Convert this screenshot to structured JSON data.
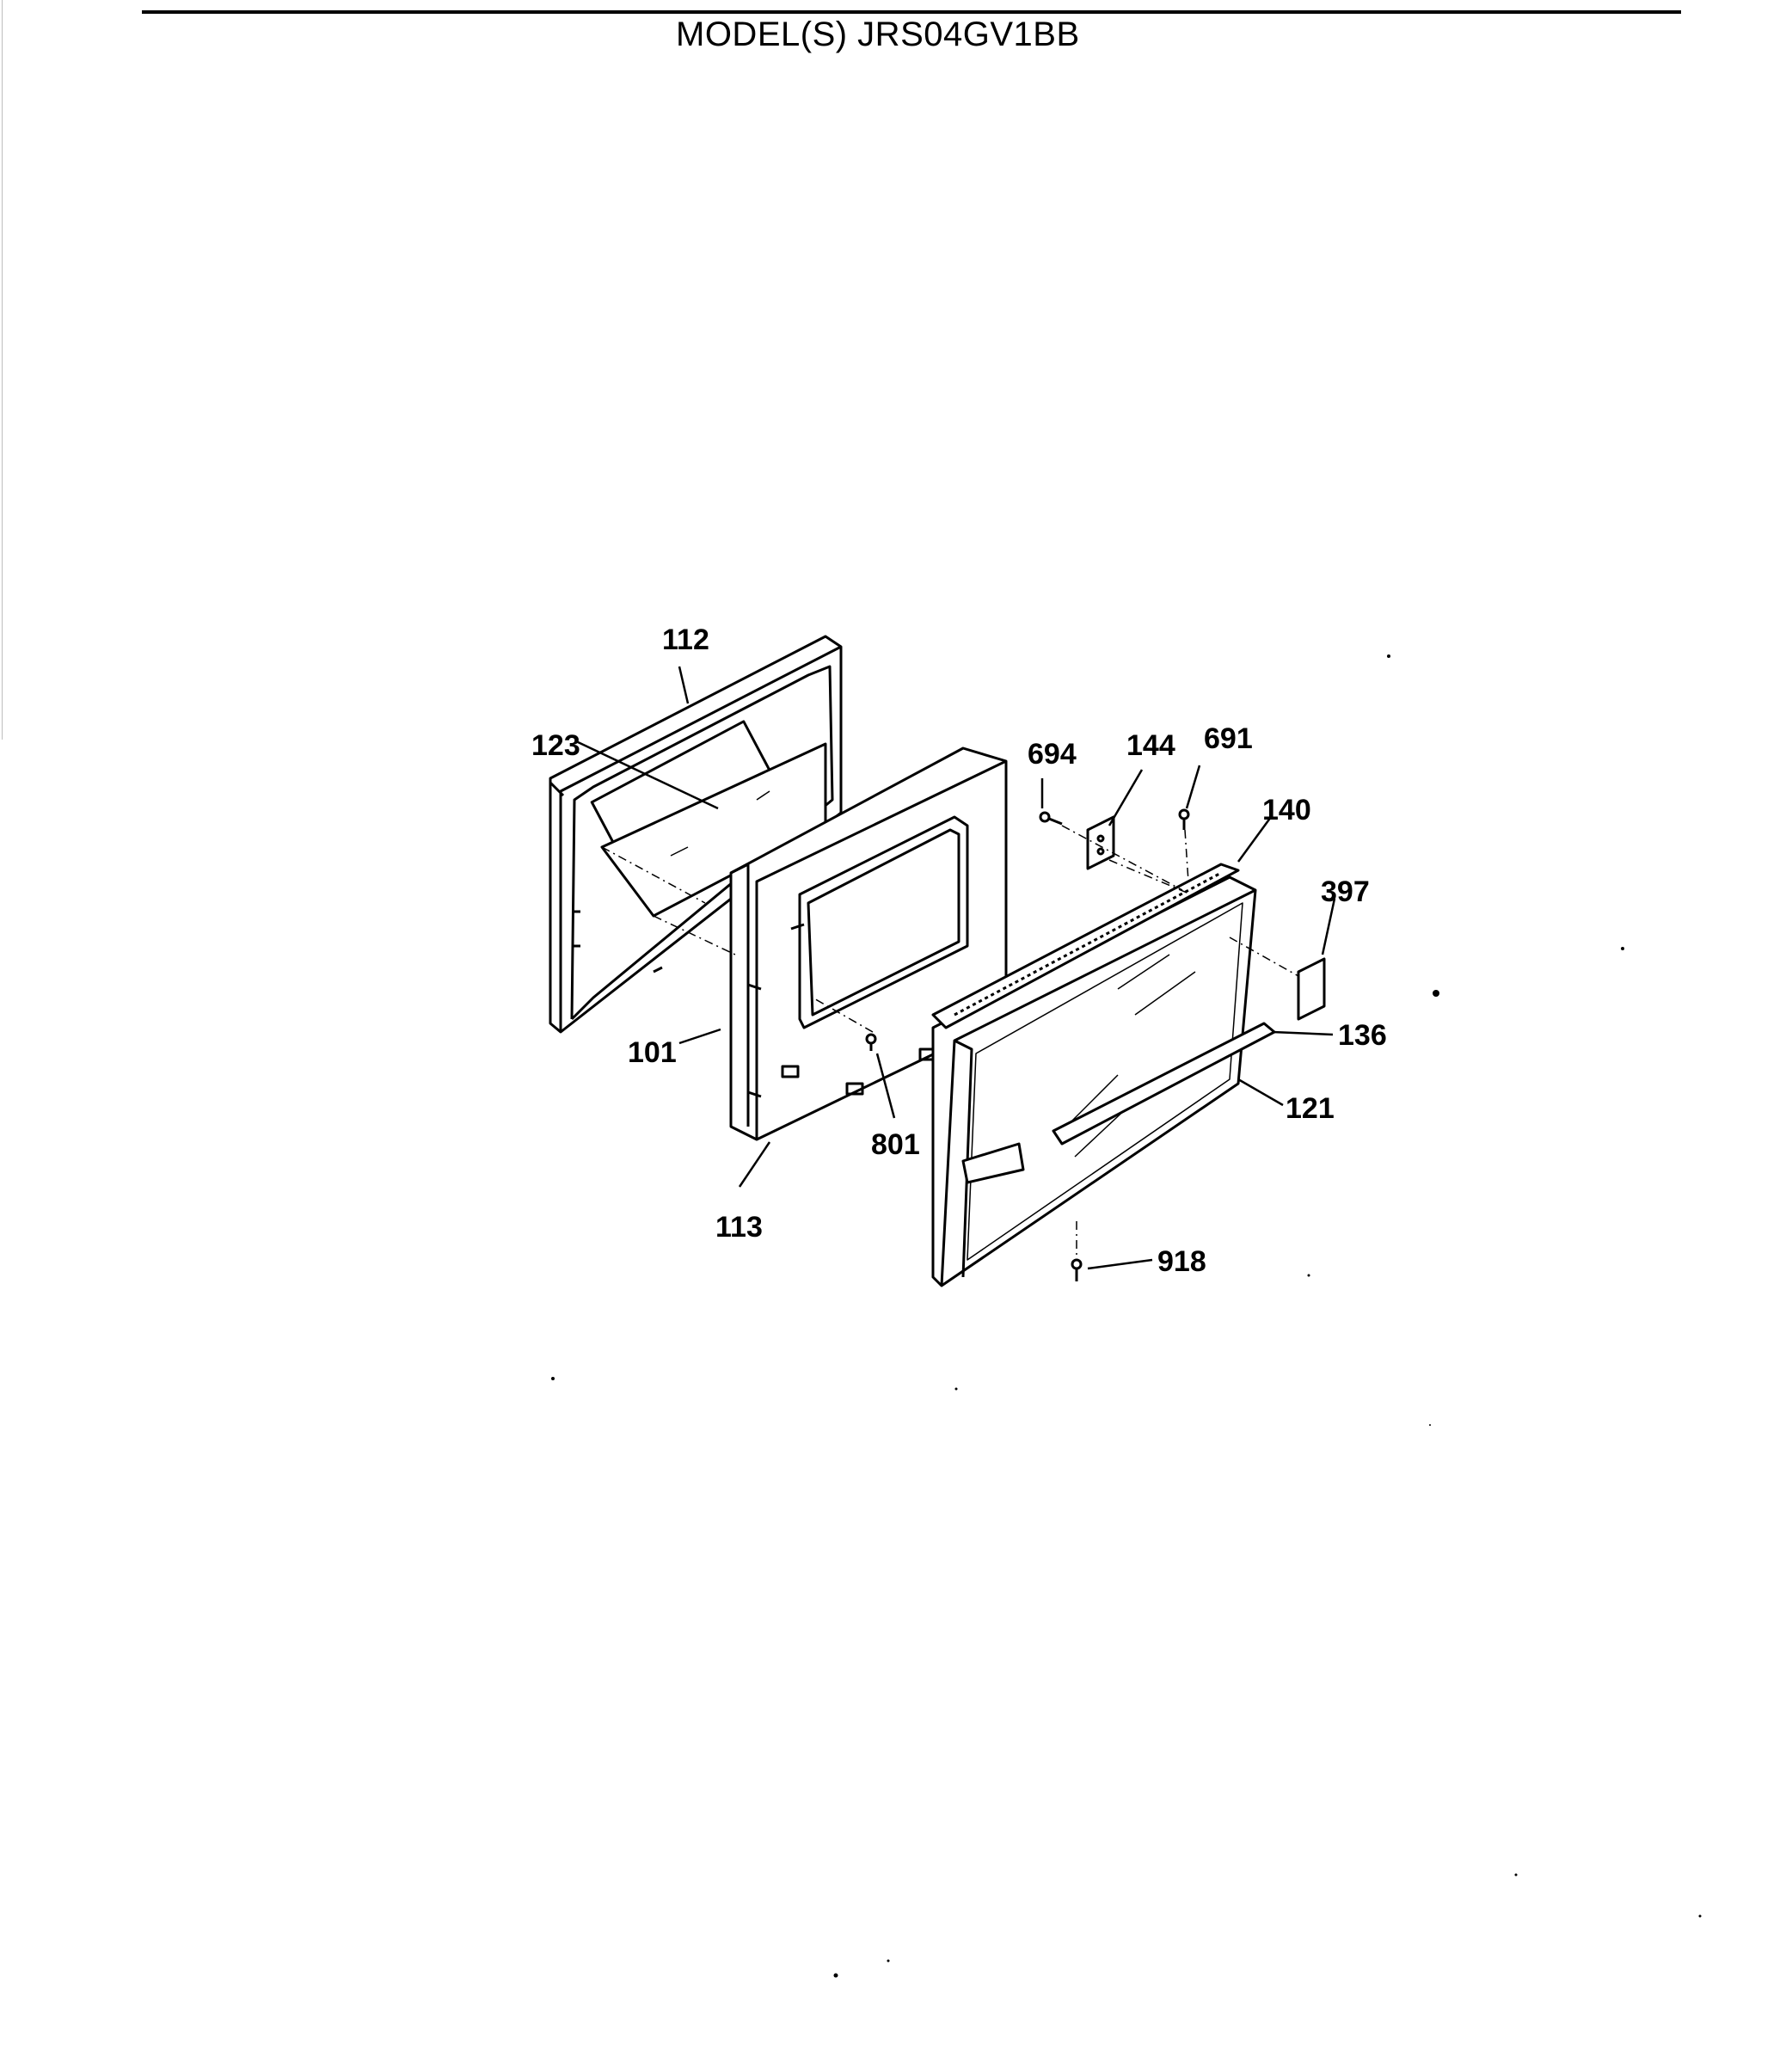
{
  "title": "MODEL(S) JRS04GV1BB",
  "parts": {
    "p112": "112",
    "p123": "123",
    "p101": "101",
    "p113": "113",
    "p801": "801",
    "p694": "694",
    "p144": "144",
    "p691": "691",
    "p140": "140",
    "p397": "397",
    "p136": "136",
    "p121": "121",
    "p918": "918"
  }
}
